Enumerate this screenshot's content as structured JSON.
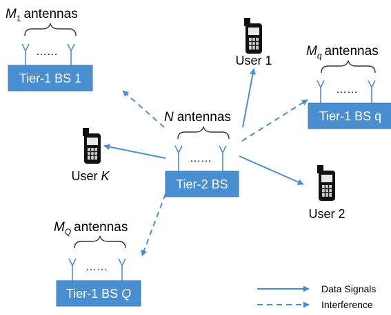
{
  "colors": {
    "box_fill": "#4a8ed2",
    "box_stroke": "#3a7bbf",
    "arrow": "#4a8ed2",
    "antenna": "#4a8ed2",
    "phone": "#111111",
    "text": "#000000"
  },
  "base_stations": {
    "bs1": {
      "label_main": "Tier-1 BS 1",
      "antenna_var": "M",
      "antenna_sub": "1",
      "antenna_word": "antennas",
      "dots": "……"
    },
    "bsq": {
      "label_main": "Tier-1 BS q",
      "antenna_var": "M",
      "antenna_sub": "q",
      "antenna_word": "antennas",
      "dots": "……"
    },
    "bs2": {
      "label_main": "Tier-2 BS",
      "antenna_var": "N",
      "antenna_word": "antennas",
      "dots": "……"
    },
    "bsQ": {
      "label_prefix": "Tier-1 BS ",
      "label_var": "Q",
      "antenna_var": "M",
      "antenna_sub": "Q",
      "antenna_word": "antennas",
      "dots": "……"
    }
  },
  "users": {
    "user1": {
      "label": "User 1",
      "icon": "mobile-phone-icon"
    },
    "user2": {
      "label": "User 2",
      "icon": "mobile-phone-icon"
    },
    "userK": {
      "label_prefix": "User ",
      "label_var": "K",
      "icon": "mobile-phone-icon"
    }
  },
  "legend": {
    "data_signals": "Data Signals",
    "interference": "Interference"
  }
}
